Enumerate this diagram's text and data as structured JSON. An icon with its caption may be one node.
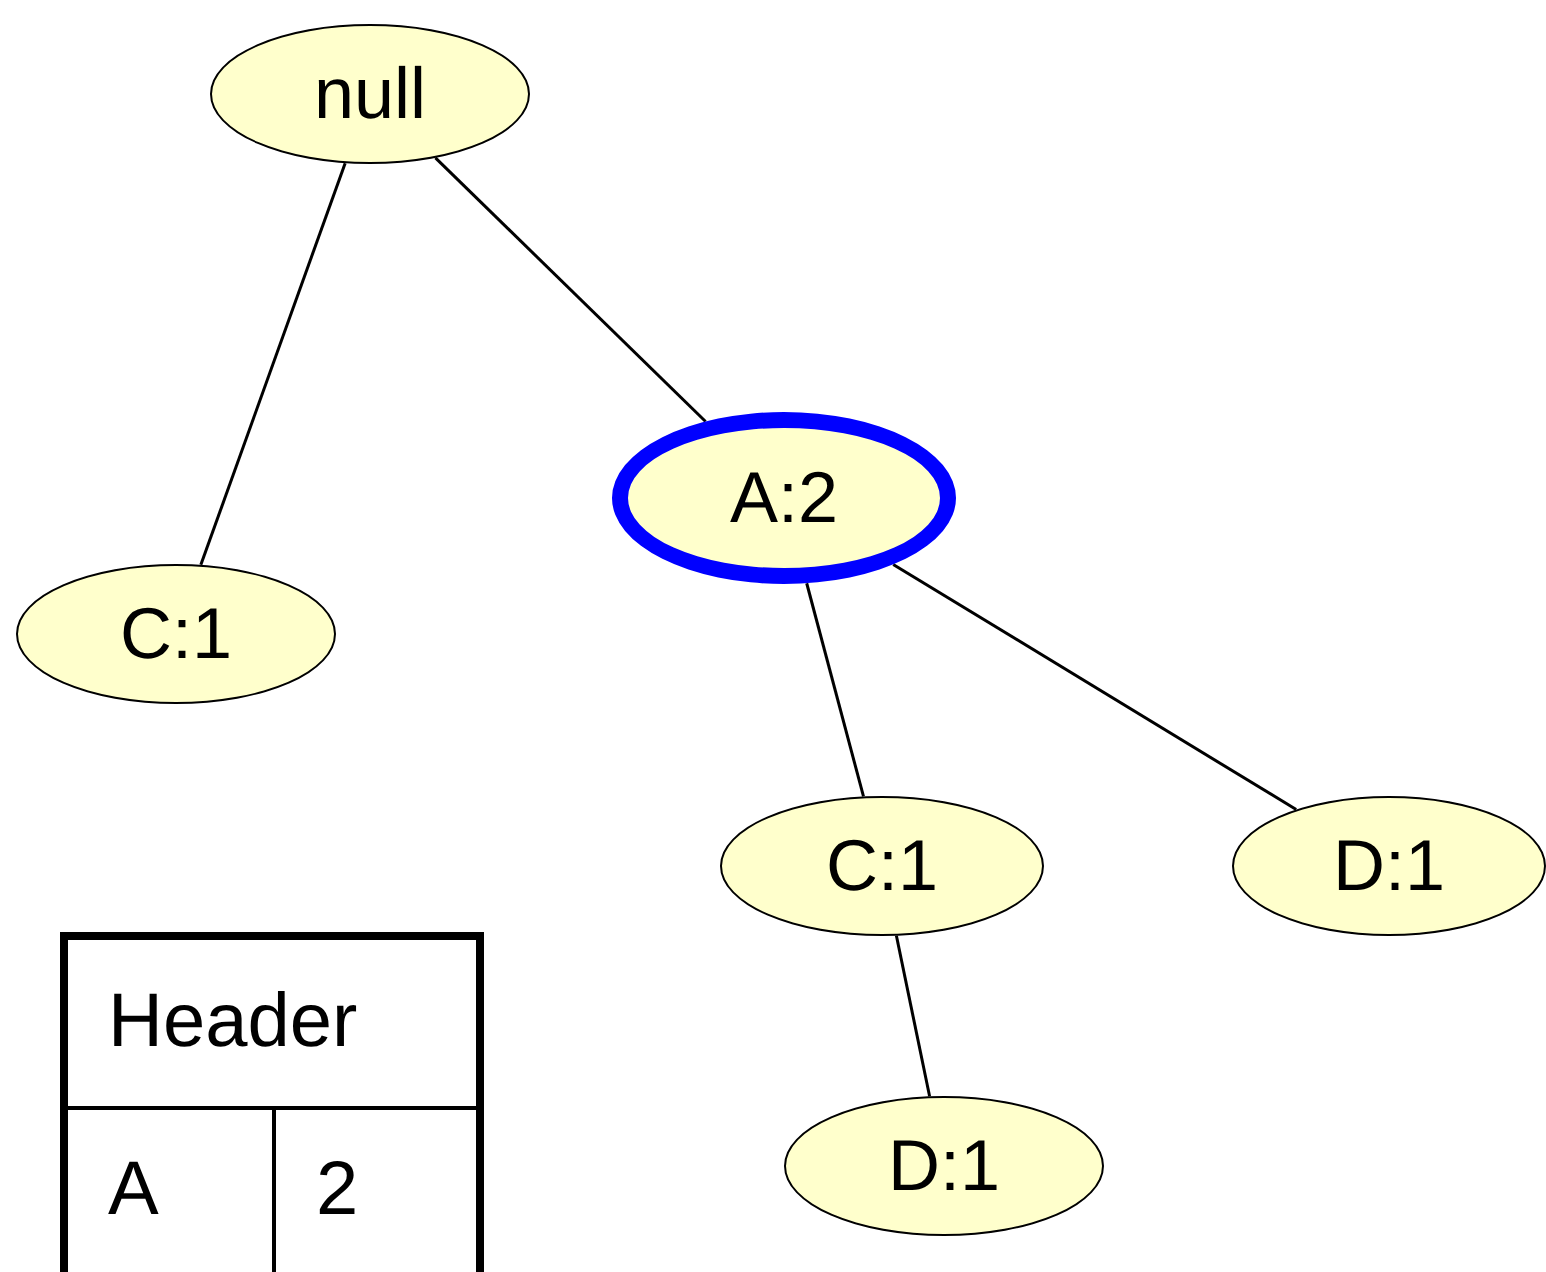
{
  "diagram": {
    "nodes": [
      {
        "text": [
          "null"
        ]
      },
      {
        "text": [
          "C:1"
        ]
      },
      {
        "text": [
          "A:2"
        ]
      },
      {
        "text": [
          "C:1"
        ]
      },
      {
        "text": [
          "D:1"
        ]
      },
      {
        "text": [
          "D:1"
        ]
      }
    ],
    "edges": [
      {
        "from": 0,
        "to": 1,
        "arrow": "none"
      },
      {
        "from": 0,
        "to": 2,
        "arrow": "none"
      },
      {
        "from": 2,
        "to": 3,
        "arrow": "none"
      },
      {
        "from": 2,
        "to": 4,
        "arrow": "none"
      },
      {
        "from": 3,
        "to": 5,
        "arrow": "none"
      }
    ],
    "labels": [
      "Header",
      "A",
      "2"
    ]
  }
}
